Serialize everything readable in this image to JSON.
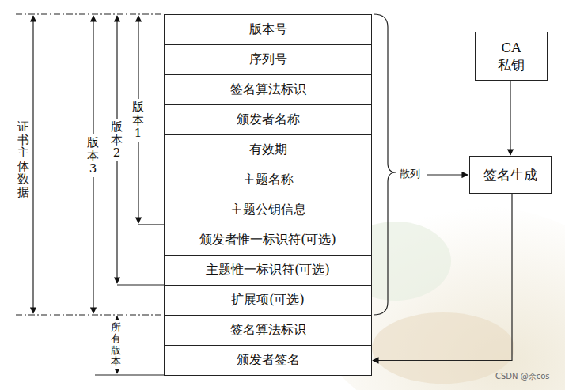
{
  "diagram": {
    "nodes": [
      {
        "text": [
          "版本号"
        ]
      },
      {
        "text": [
          "序列号"
        ]
      },
      {
        "text": [
          "签名算法标识"
        ]
      },
      {
        "text": [
          "颁发者名称"
        ]
      },
      {
        "text": [
          "有效期"
        ]
      },
      {
        "text": [
          "主题名称"
        ]
      },
      {
        "text": [
          "主题公钥信息"
        ]
      },
      {
        "text": [
          "颁发者惟一标识符(可选)"
        ]
      },
      {
        "text": [
          "主题惟一标识符(可选)"
        ]
      },
      {
        "text": [
          "扩展项(可选)"
        ]
      },
      {
        "text": [
          "签名算法标识"
        ]
      },
      {
        "text": [
          "颁发者签名"
        ]
      },
      {
        "text": [
          "CA 私钥"
        ]
      },
      {
        "text": [
          "签名生成"
        ]
      }
    ],
    "edges": [
      {
        "from": 12,
        "to": 13,
        "arrow": "to"
      },
      {
        "from": 13,
        "to": 11,
        "arrow": "to"
      }
    ],
    "labels": [
      "证书主体数据",
      "版本3",
      "版本2",
      "版本1",
      "散列",
      "所有版本",
      "CSDN @余cos"
    ]
  }
}
